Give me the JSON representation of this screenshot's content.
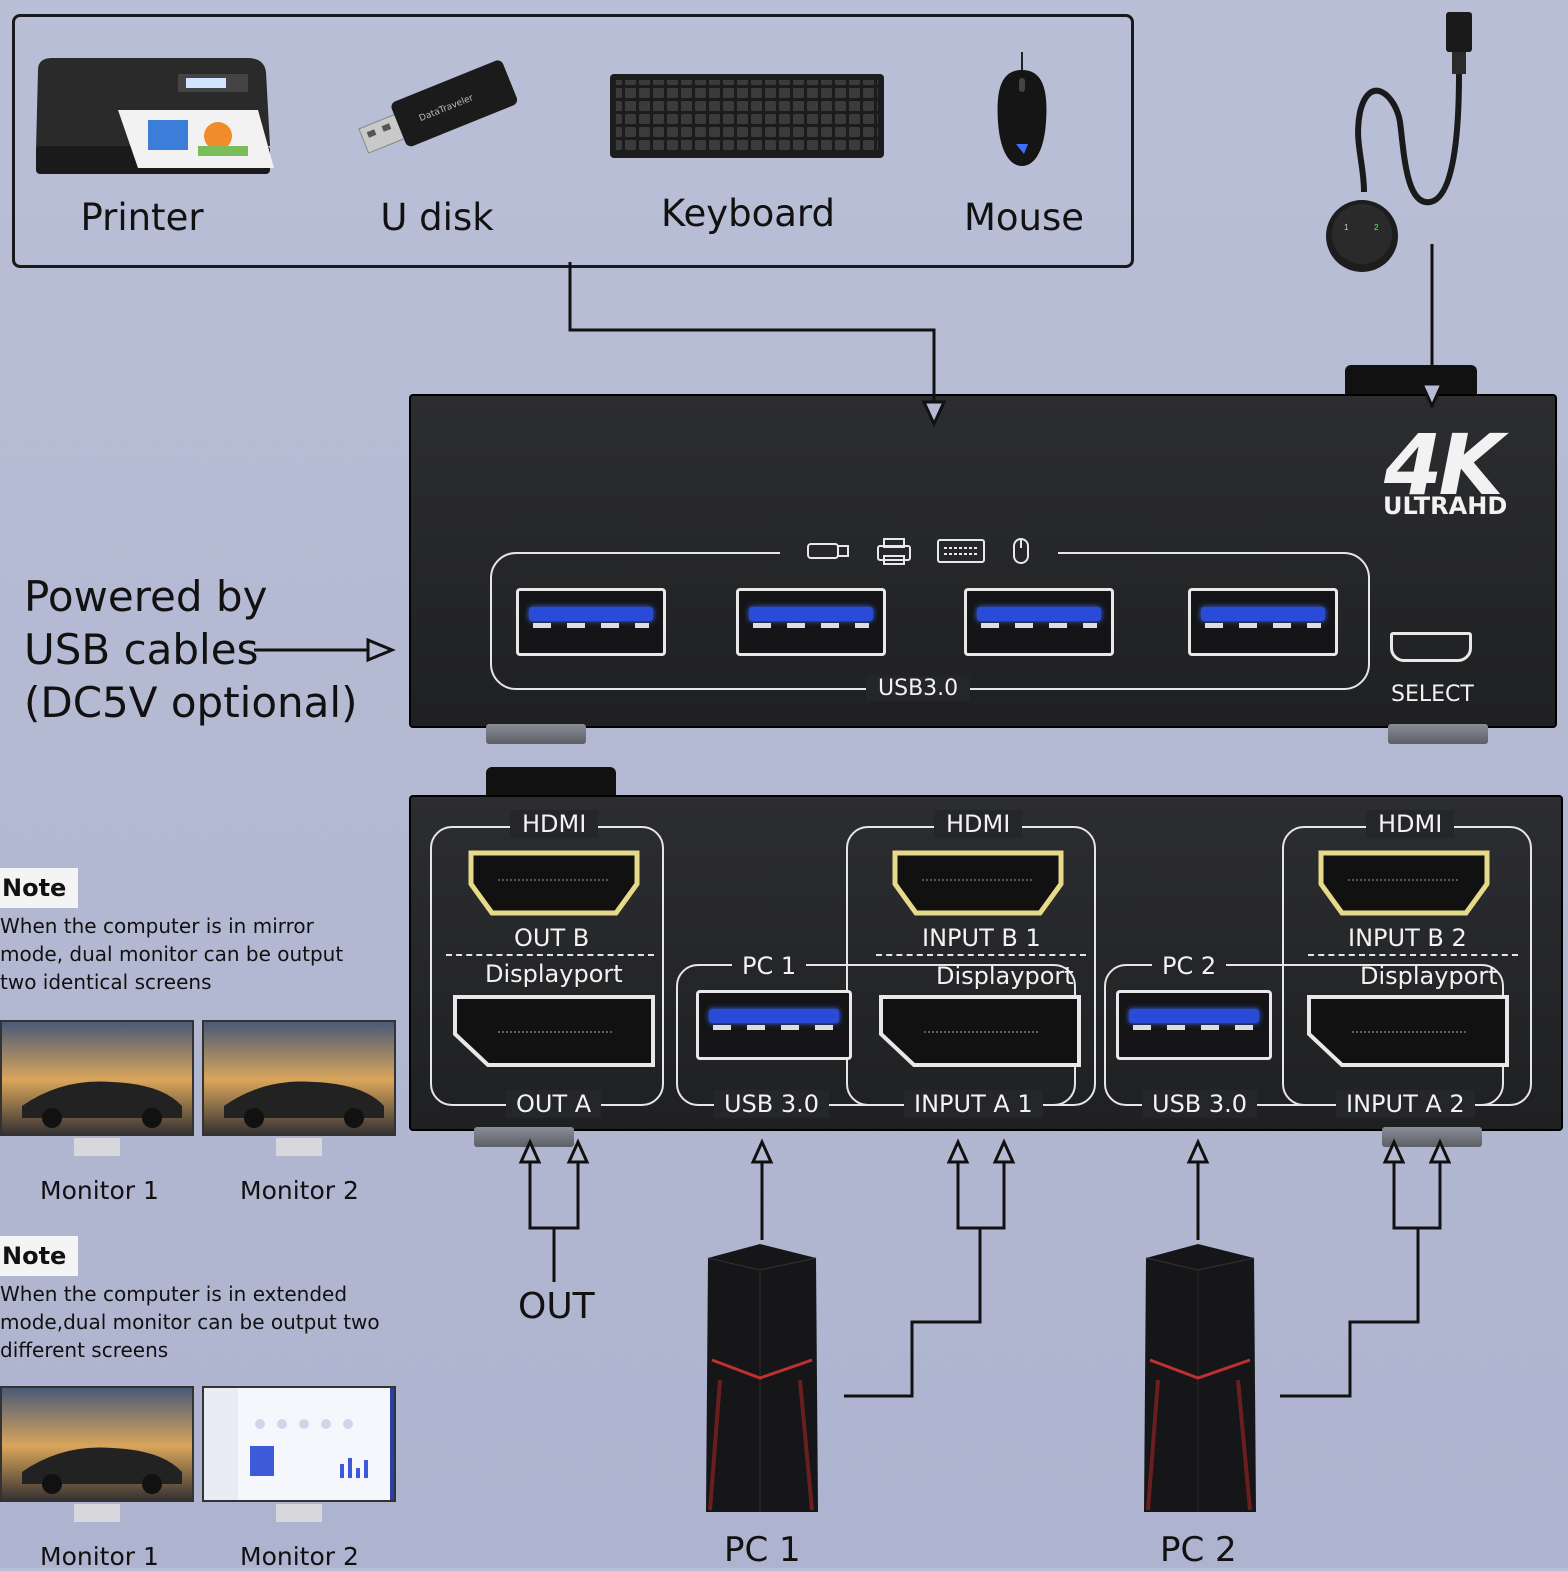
{
  "peripherals": {
    "printer": "Printer",
    "udisk": "U disk",
    "keyboard": "Keyboard",
    "mouse": "Mouse"
  },
  "power_note": {
    "line1": "Powered by",
    "line2": "USB cables",
    "line3": "(DC5V optional)"
  },
  "top_panel": {
    "badge_4k": "4K",
    "badge_uhd": "ULTRAHD",
    "usb_group_label": "USB3.0",
    "select_label": "SELECT",
    "usb_icons": [
      "usb-drive-icon",
      "printer-icon",
      "keyboard-icon",
      "mouse-icon"
    ]
  },
  "bottom_panel": {
    "hdmi_labels": [
      "HDMI",
      "HDMI",
      "HDMI"
    ],
    "out_b": "OUT B",
    "input_b1": "INPUT B 1",
    "input_b2": "INPUT B 2",
    "displayport_labels": [
      "Displayport",
      "Displayport",
      "Displayport"
    ],
    "out_a": "OUT A",
    "pc1": "PC 1",
    "pc2": "PC 2",
    "usb30_1": "USB 3.0",
    "usb30_2": "USB 3.0",
    "input_a1": "INPUT A 1",
    "input_a2": "INPUT A 2"
  },
  "notes": [
    {
      "tag": "Note",
      "text": "When the computer is in mirror mode, dual monitor can be output two identical screens",
      "monitors": [
        "Monitor 1",
        "Monitor 2"
      ]
    },
    {
      "tag": "Note",
      "text": "When the computer is in extended mode,dual monitor can be output two different screens",
      "monitors": [
        "Monitor 1",
        "Monitor 2"
      ]
    }
  ],
  "out_label": "OUT",
  "pcs": [
    "PC 1",
    "PC 2"
  ],
  "colors": {
    "background": "#b5bbd3",
    "device_body": "#232427",
    "usb_blue": "#2a4bd8",
    "hdmi_gold": "#e6d98a"
  }
}
